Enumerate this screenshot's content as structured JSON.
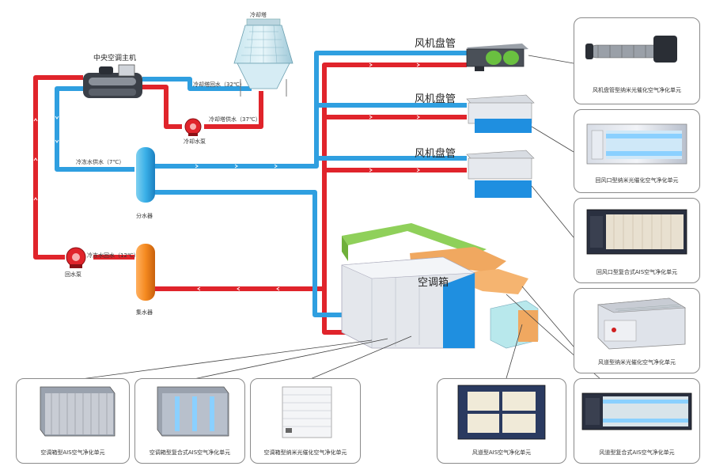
{
  "labels": {
    "chiller": "中央空调主机",
    "cooling_tower": "冷却塔",
    "tower_return": "冷却塔回水（32℃）",
    "tower_supply": "冷却塔供水（37℃）",
    "cooling_pump": "冷却水泵",
    "chilled_supply": "冷冻水供水（7℃）",
    "distributor": "分水器",
    "chilled_return": "冷冻水回水（12℃）",
    "return_pump": "回水泵",
    "collector": "集水器",
    "fcu_1": "风机盘管",
    "fcu_2": "风机盘管",
    "fcu_3": "风机盘管",
    "ahu": "空调箱"
  },
  "products_right": [
    "风机盘管型纳米光催化空气净化单元",
    "回风口型纳米光催化空气净化单元",
    "回风口型复合式AIS空气净化单元",
    "风道型纳米光催化空气净化单元",
    "风道型复合式AIS空气净化单元"
  ],
  "products_bottom": [
    "空调箱型AIS空气净化单元",
    "空调箱型复合式AIS空气净化单元",
    "空调箱型纳米光催化空气净化单元",
    "风道型AIS空气净化单元"
  ],
  "colors": {
    "supply_pipe": "#2f9fe0",
    "return_pipe": "#e0242b",
    "duct_green": "#8fd05a",
    "duct_orange": "#f0a860",
    "panel_blue": "#1f8fe0"
  }
}
